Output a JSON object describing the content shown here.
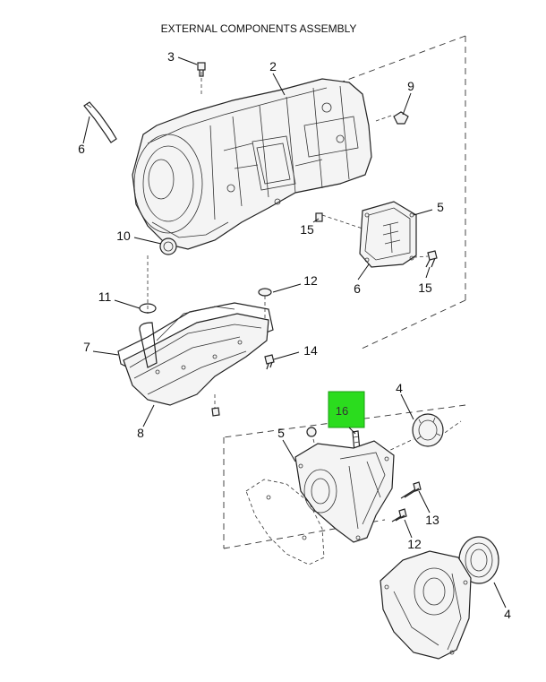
{
  "title": "EXTERNAL COMPONENTS ASSEMBLY",
  "highlight": {
    "label": "16",
    "color": "#2bdc1e"
  },
  "callouts": {
    "c2": "2",
    "c3": "3",
    "c9": "9",
    "c6a": "6",
    "c10": "10",
    "c15a": "15",
    "c5a": "5",
    "c6b": "6",
    "c15b": "15",
    "c12a": "12",
    "c11": "11",
    "c7": "7",
    "c14": "14",
    "c8": "8",
    "c4a": "4",
    "c5b": "5",
    "c13": "13",
    "c12b": "12",
    "c4b": "4"
  }
}
